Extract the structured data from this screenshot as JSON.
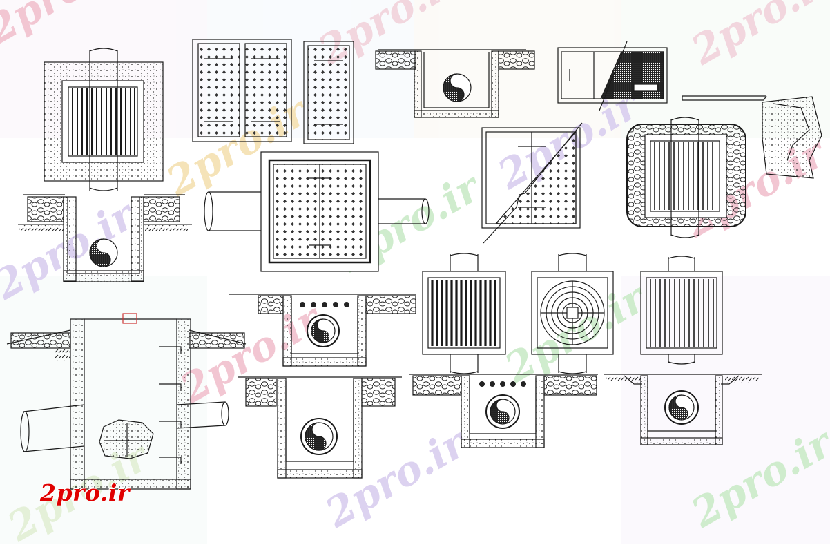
{
  "brand": {
    "logo_text": "2pro.ir",
    "watermark_text": "2pro.ir"
  },
  "colors": {
    "background": "#ffffff",
    "line": "#1a1a1a",
    "brand_red": "#e00000",
    "watermark": "#f2c6d2",
    "watermark_green": "#cfeccd",
    "watermark_purple": "#dcd2f0"
  },
  "drawing": {
    "subject": "drainage manholes and grated pits",
    "views": [
      "plan",
      "section",
      "cover-plan",
      "cover-detail"
    ]
  }
}
